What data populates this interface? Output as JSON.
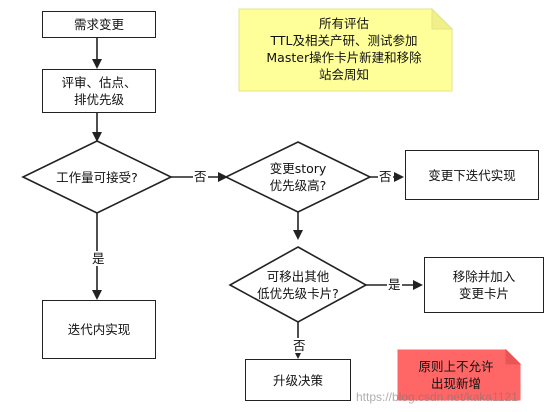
{
  "nodes": {
    "requirement_change": "需求变更",
    "review_estimate": "评审、估点、\n排优先级",
    "acceptable": "工作量可接受?",
    "story_priority": "变更story\n优先级高?",
    "next_iteration": "变更下迭代实现",
    "removable": "可移出其他\n低优先级卡片?",
    "remove_add": "移除并加入\n变更卡片",
    "in_iteration": "迭代内实现",
    "escalate": "升级决策"
  },
  "edge_labels": {
    "acceptable_no": "否",
    "acceptable_yes": "是",
    "priority_no": "否",
    "removable_yes": "是",
    "removable_no": "否"
  },
  "notes": {
    "yellow": "所有评估\nTTL及相关产研、测试参加\nMaster操作卡片新建和移除\n站会周知",
    "red": "原则上不允许\n出现新增"
  },
  "watermark": "https://blog.csdn.net/kaka1121",
  "colors": {
    "note_yellow": "#ffff99",
    "note_red": "#ff6666",
    "stroke": "#222222"
  }
}
